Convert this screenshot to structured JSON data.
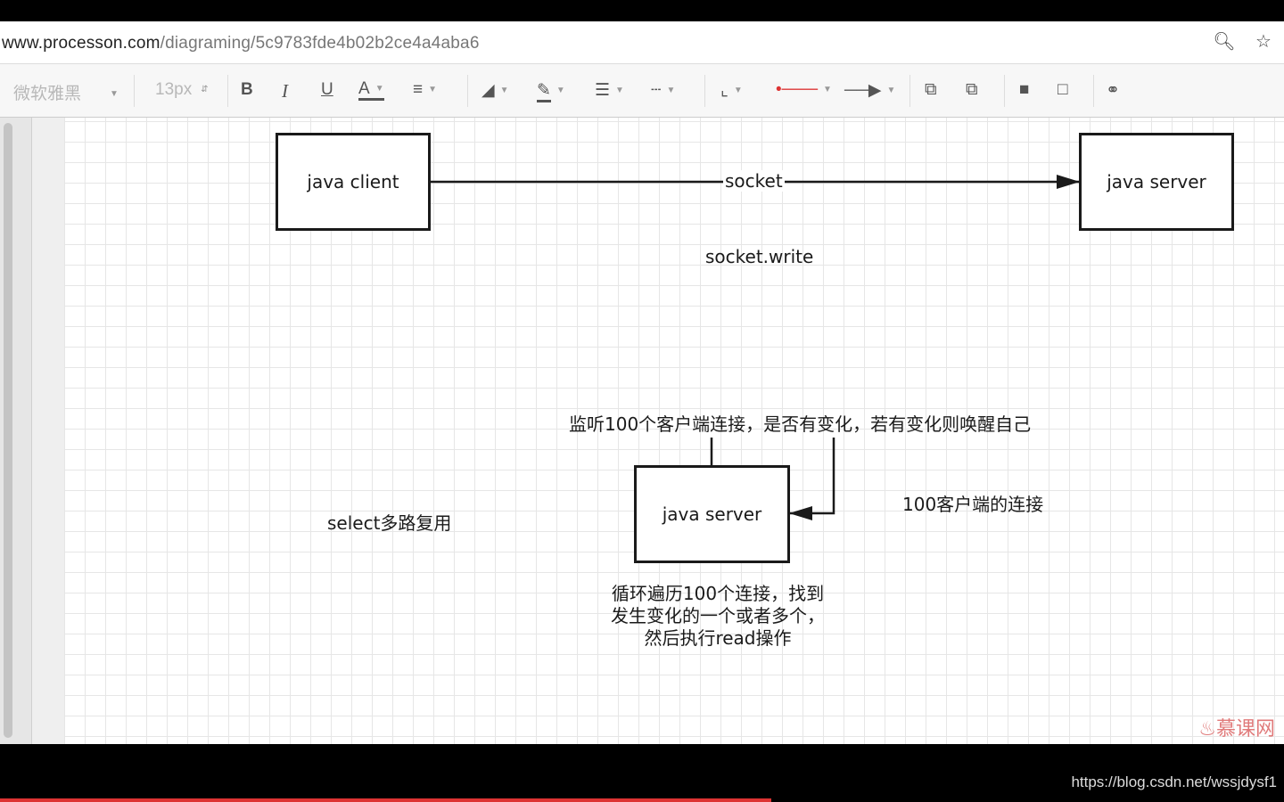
{
  "browser": {
    "url_host": "www.processon.com",
    "url_path": "/diagraming/5c9783fde4b02b2ce4a4aba6",
    "zoom_icon": "zoom-icon",
    "bookmark_icon": "star-icon"
  },
  "toolbar": {
    "font_family": "微软雅黑",
    "font_size": "13px",
    "bold": "B",
    "italic": "I",
    "underline": "U",
    "font_color": "A"
  },
  "diagram": {
    "client_box": "java client",
    "server_box_top": "java server",
    "socket_label": "socket",
    "socket_write": "socket.write",
    "listen_label": "监听100个客户端连接，是否有变化，若有变化则唤醒自己",
    "server_box_bottom": "java server",
    "clients_label": "100客户端的连接",
    "select_label": "select多路复用",
    "loop_line1": "循环遍历100个连接，找到",
    "loop_line2": "发生变化的一个或者多个，",
    "loop_line3": "然后执行read操作"
  },
  "overlay": {
    "logo": "慕课网",
    "watermark": "https://blog.csdn.net/wssjdysf1"
  }
}
